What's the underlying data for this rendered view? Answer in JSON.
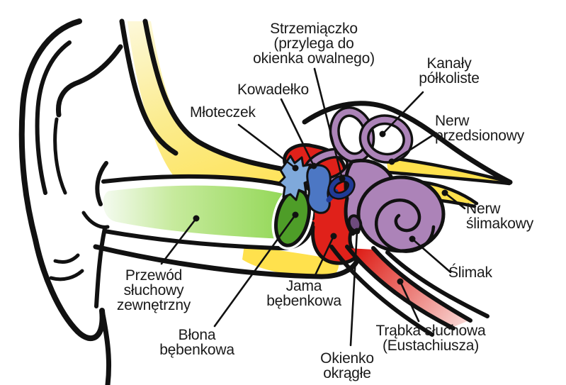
{
  "diagram": {
    "subject": "ear-anatomy",
    "labels": {
      "strzemiaczko": "Strzemiączko\n(przylega do\nokienka owalnego)",
      "kowadelko": "Kowadełko",
      "mloteczek": "Młoteczek",
      "kanaly_polkoliste": "Kanały\npółkoliste",
      "nerw_przedsionowy": "Nerw\nprzedsionowy",
      "nerw_slimakowy": "Nerw\nślimakowy",
      "slimak": "Ślimak",
      "przewod_sluchowy": "Przewód\nsłuchowy\nzewnętrzny",
      "jama_bebenkowa": "Jama\nbębenkowa",
      "blona_bebenkowa": "Błona\nbębenkowa",
      "okienko_okragle": "Okienko\nokrągłe",
      "trabka_sluchowa": "Trąbka słuchowa\n(Eustachiusza)"
    },
    "colors": {
      "outline_black": "#111111",
      "bone_yellow": "#FFE14D",
      "bone_yellow_pale": "#FAF3B2",
      "canal_green": "#8CD54E",
      "canal_green_pale": "#EAF6E2",
      "eardrum_green": "#4E9D28",
      "cavity_red": "#E0211A",
      "tube_pink": "#F6C9C5",
      "malleus_blue": "#7FA9DB",
      "incus_blue": "#4C77C4",
      "stapes_navy": "#1F3A96",
      "labyrinth_purple": "#AC83B8",
      "round_window_purple": "#6E4B7E",
      "label_text": "#1A1A1A"
    }
  }
}
